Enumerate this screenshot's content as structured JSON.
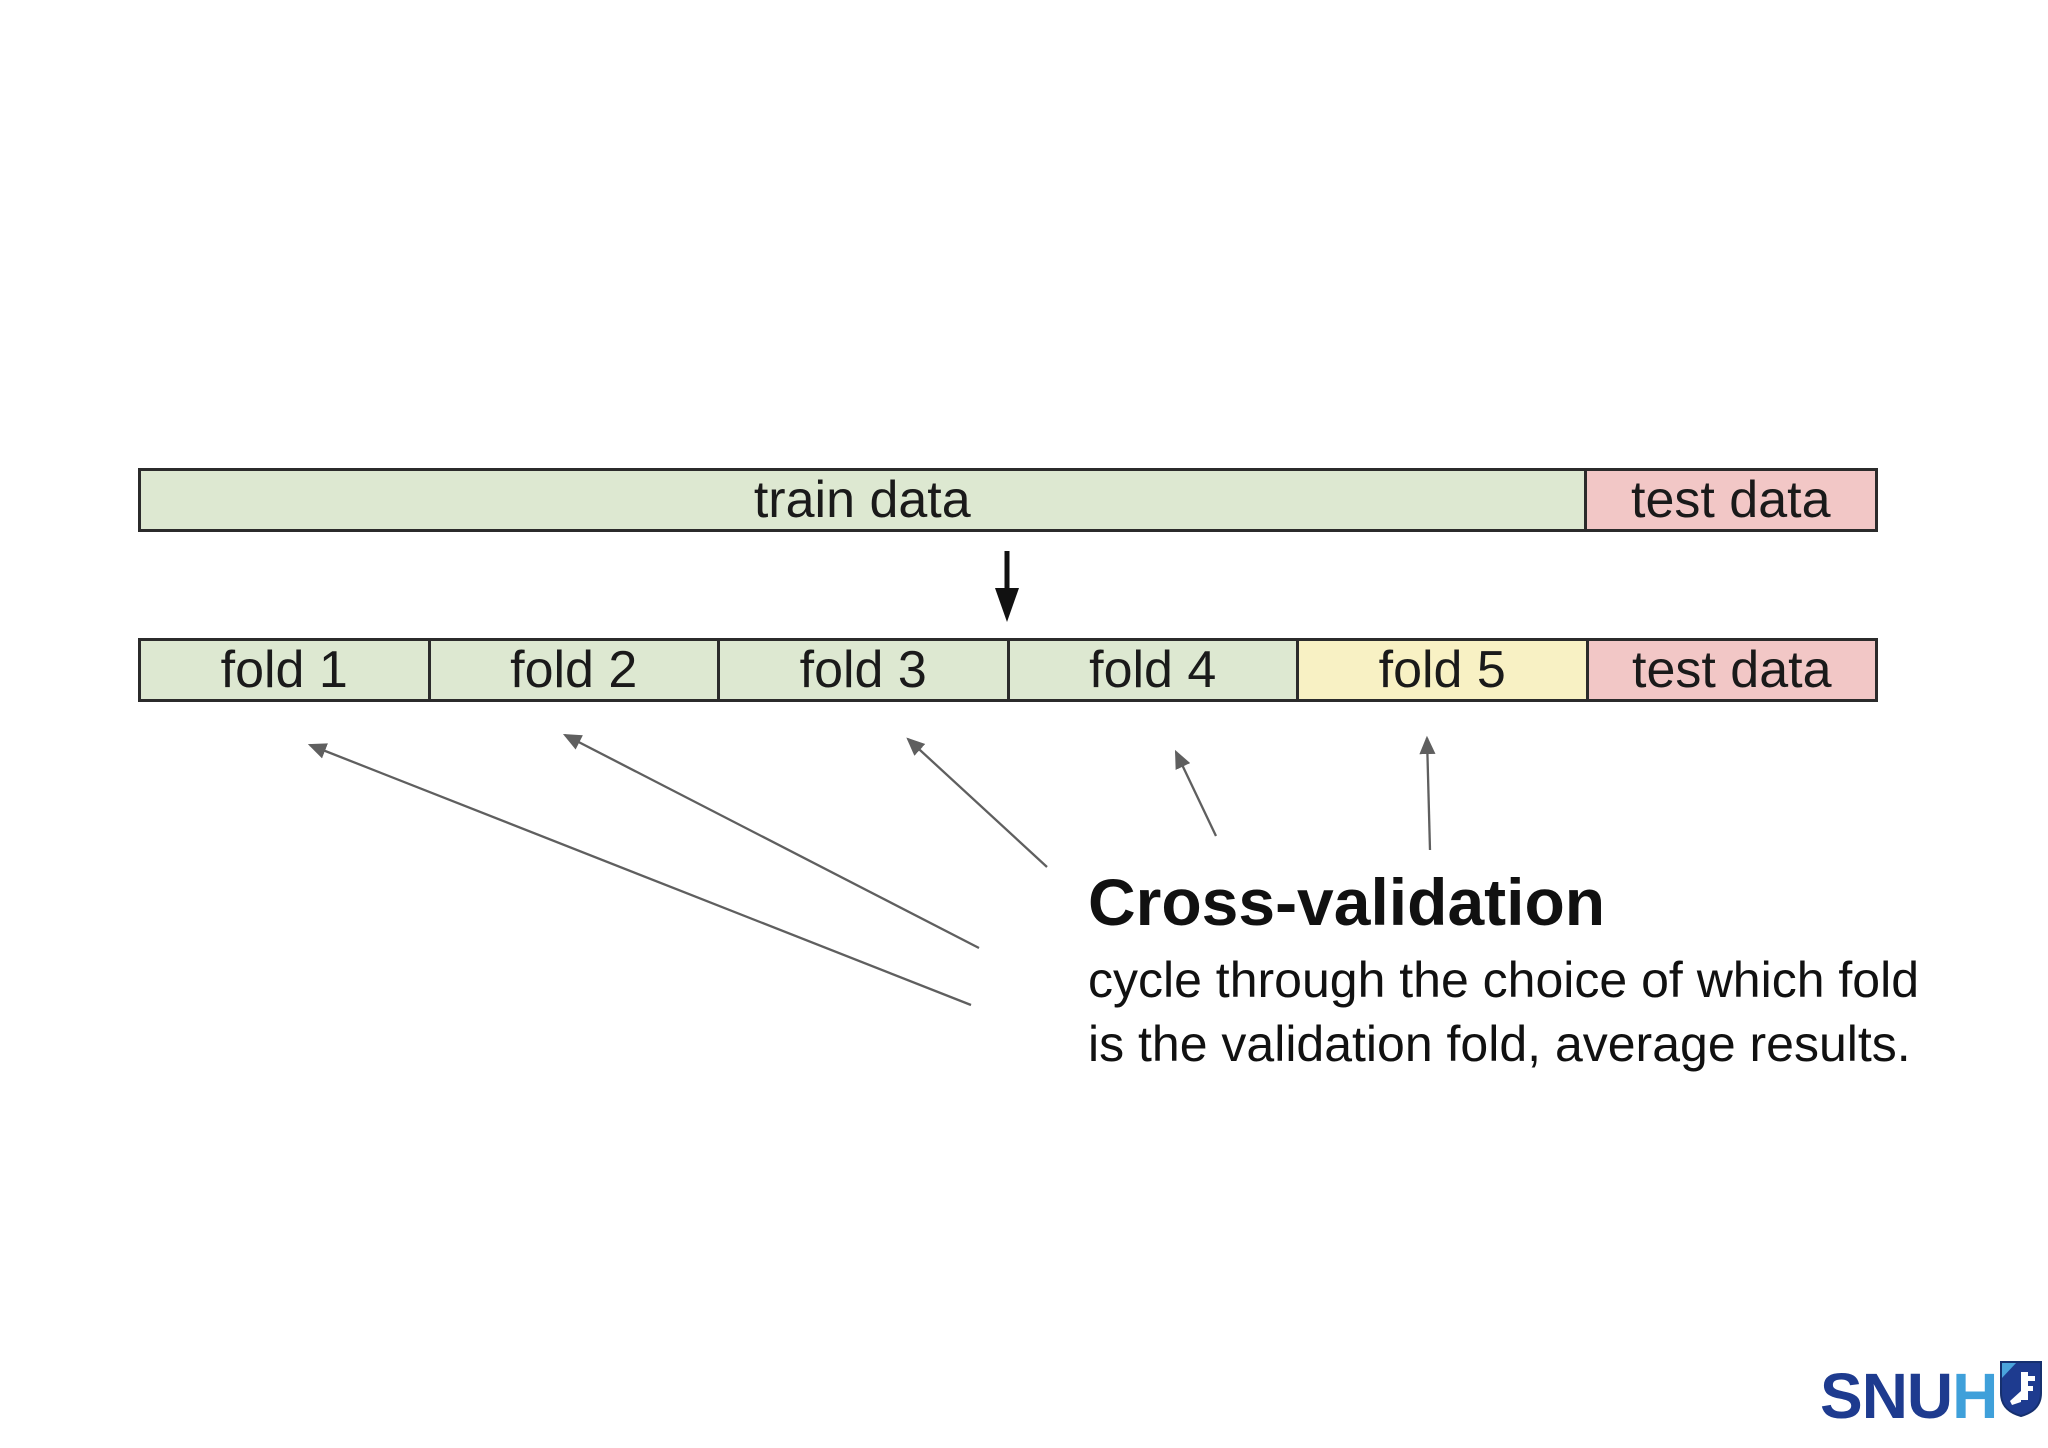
{
  "slide": {
    "background": "#ffffff",
    "text_color": "#1a1a1a"
  },
  "top_bar": {
    "segments": [
      {
        "label": "train data",
        "color": "#dde8d1"
      },
      {
        "label": "test data",
        "color": "#f2c7c6"
      }
    ]
  },
  "fold_bar": {
    "segments": [
      {
        "label": "fold 1",
        "color": "#dde8d1"
      },
      {
        "label": "fold 2",
        "color": "#dde8d1"
      },
      {
        "label": "fold 3",
        "color": "#dde8d1"
      },
      {
        "label": "fold 4",
        "color": "#dde8d1"
      },
      {
        "label": "fold 5",
        "color": "#f8f1c4"
      },
      {
        "label": "test data",
        "color": "#f2c7c6"
      }
    ]
  },
  "arrows": {
    "down_arrow_color": "#111111",
    "fan_arrow_color": "#5f5f5f",
    "fan_arrow_targets": [
      "fold 1",
      "fold 2",
      "fold 3",
      "fold 4",
      "fold 5"
    ]
  },
  "annotation": {
    "title": "Cross-validation",
    "line1": "cycle through the choice of which fold",
    "line2": "is the validation fold, average results."
  },
  "logo": {
    "text_primary": "SNU",
    "text_secondary": "H",
    "primary_color": "#1e3b8f",
    "secondary_color": "#3fa0da",
    "icon": "shield-key-icon"
  }
}
